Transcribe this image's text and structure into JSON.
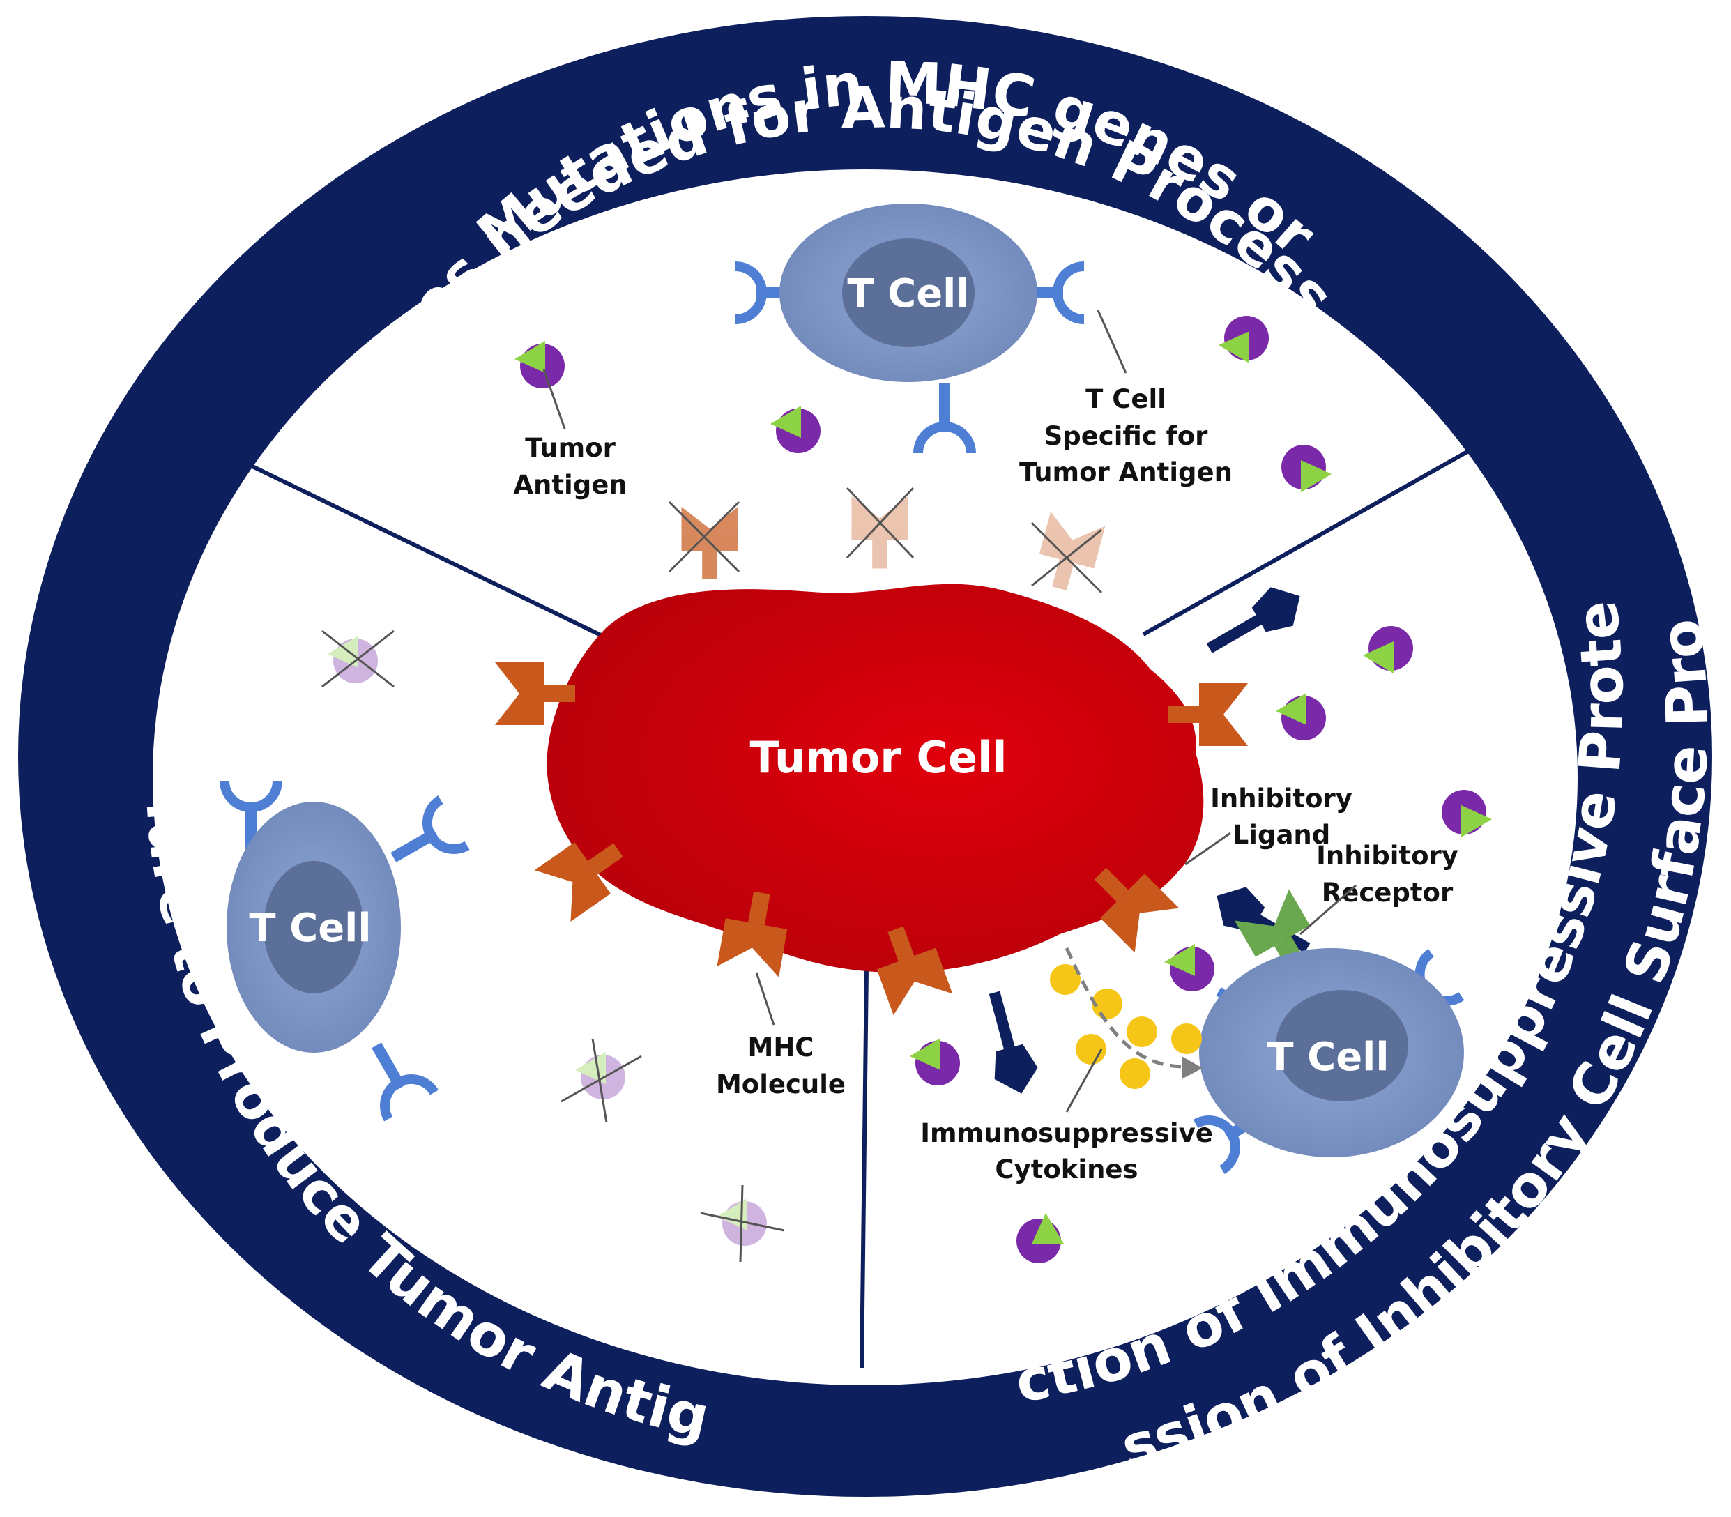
{
  "ring": {
    "top_line1": "Mutations in MHC genes or",
    "top_line2": "Genes needed for Antigen Processing",
    "left": "Failure to Produce Tumor Antigen",
    "right_line1": "Production of Immunosuppressive Proteins or",
    "right_line2": "Expression of Inhibitory Cell Surface Proteins"
  },
  "center": {
    "tumor_cell": "Tumor Cell"
  },
  "t_cells": {
    "top": "T Cell",
    "left": "T Cell",
    "right": "T Cell"
  },
  "labels": {
    "tumor_antigen_1": "Tumor",
    "tumor_antigen_2": "Antigen",
    "t_cell_specific_1": "T Cell",
    "t_cell_specific_2": "Specific for",
    "t_cell_specific_3": "Tumor Antigen",
    "mhc_1": "MHC",
    "mhc_2": "Molecule",
    "inhibitory_ligand_1": "Inhibitory",
    "inhibitory_ligand_2": "Ligand",
    "inhibitory_receptor_1": "Inhibitory",
    "inhibitory_receptor_2": "Receptor",
    "cytokines_1": "Immunosuppressive",
    "cytokines_2": "Cytokines"
  },
  "colors": {
    "ring": "#0d1f5c",
    "tumor": "#d90010",
    "t_cell": "#7f98c8",
    "t_cell_nucleus": "#5b6f99",
    "receptor": "#4f7fd4",
    "mhc": "#c8581c",
    "antigen_purple": "#7a2aa8",
    "antigen_green": "#8dd144",
    "cytokine": "#f5c518",
    "inhibitory_receptor": "#6aa84f"
  },
  "icons": {
    "antigen": "antigen-icon",
    "mhc": "mhc-molecule-icon",
    "tcr": "t-cell-receptor-icon",
    "cytokine": "cytokine-icon"
  }
}
